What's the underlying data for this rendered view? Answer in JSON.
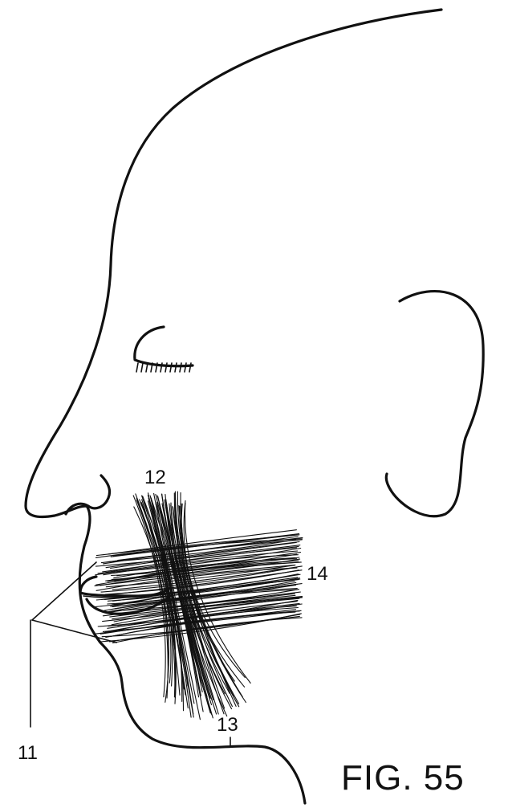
{
  "figure": {
    "caption": "FIG. 55",
    "labels": {
      "l11": "11",
      "l12": "12",
      "l13": "13",
      "l14": "14"
    }
  }
}
